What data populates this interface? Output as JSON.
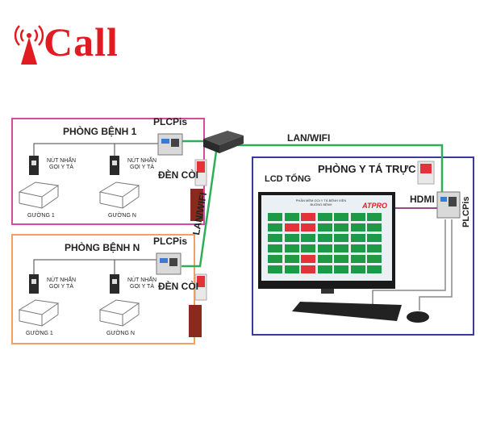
{
  "logo": {
    "text": "Call",
    "icon": "signal-wave-icon",
    "color": "#e01b22"
  },
  "rooms": [
    {
      "title": "PHÒNG BỆNH 1",
      "plc": "PLCPis",
      "siren": "ĐÈN CÒI",
      "button_label": "NÚT NHẤN\nGỌI Y TÁ",
      "beds": [
        "GƯỜNG 1",
        "GƯỜNG N"
      ]
    },
    {
      "title": "PHÒNG BỆNH N",
      "plc": "PLCPis",
      "siren": "ĐÈN CÒI",
      "button_label": "NÚT NHẤN\nGỌI Y TÁ",
      "beds": [
        "GƯỜNG 1",
        "GƯỜNG N"
      ]
    }
  ],
  "network": {
    "top_label": "LAN/WIFI",
    "vertical_label": "LAN/WIFI",
    "switch_icon": "network-switch-icon"
  },
  "nurse_station": {
    "title": "PHÒNG Y TÁ TRỰC",
    "lcd_label": "LCD TỔNG",
    "hdmi_label": "HDMI",
    "plc_label": "PLCPis",
    "screen_brand": "ATPRO",
    "screen_header": "PHẦN MỀM GỌI Y TÁ BỆNH VIỆN\nBUỒNG BỆNH"
  },
  "colors": {
    "room1_border": "#d64aa0",
    "roomN_border": "#f0a060",
    "nurse_border": "#3a3a9a",
    "lan_line": "#2fae5a",
    "cell_green": "#1e9a46",
    "cell_red": "#e0333a"
  }
}
